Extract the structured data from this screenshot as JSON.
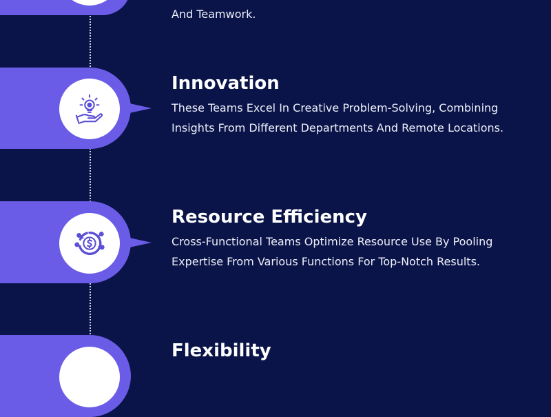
{
  "items": [
    {
      "title": "",
      "desc": "And Teamwork.",
      "icon": "unknown-icon"
    },
    {
      "title": "Innovation",
      "desc": "These Teams Excel In Creative Problem-Solving, Combining Insights From Different Departments And Remote Locations.",
      "icon": "lightbulb-hand-icon"
    },
    {
      "title": "Resource Efficiency",
      "desc": "Cross-Functional Teams Optimize Resource Use By Pooling Expertise From Various Functions For Top-Notch Results.",
      "icon": "dollar-network-icon"
    },
    {
      "title": "Flexibility",
      "desc": "",
      "icon": "unknown-icon"
    }
  ],
  "colors": {
    "background": "#0a1448",
    "tab": "#6b5ce7",
    "icon_circle": "#ffffff",
    "icon_stroke": "#5b4fd6",
    "text": "#ffffff"
  }
}
